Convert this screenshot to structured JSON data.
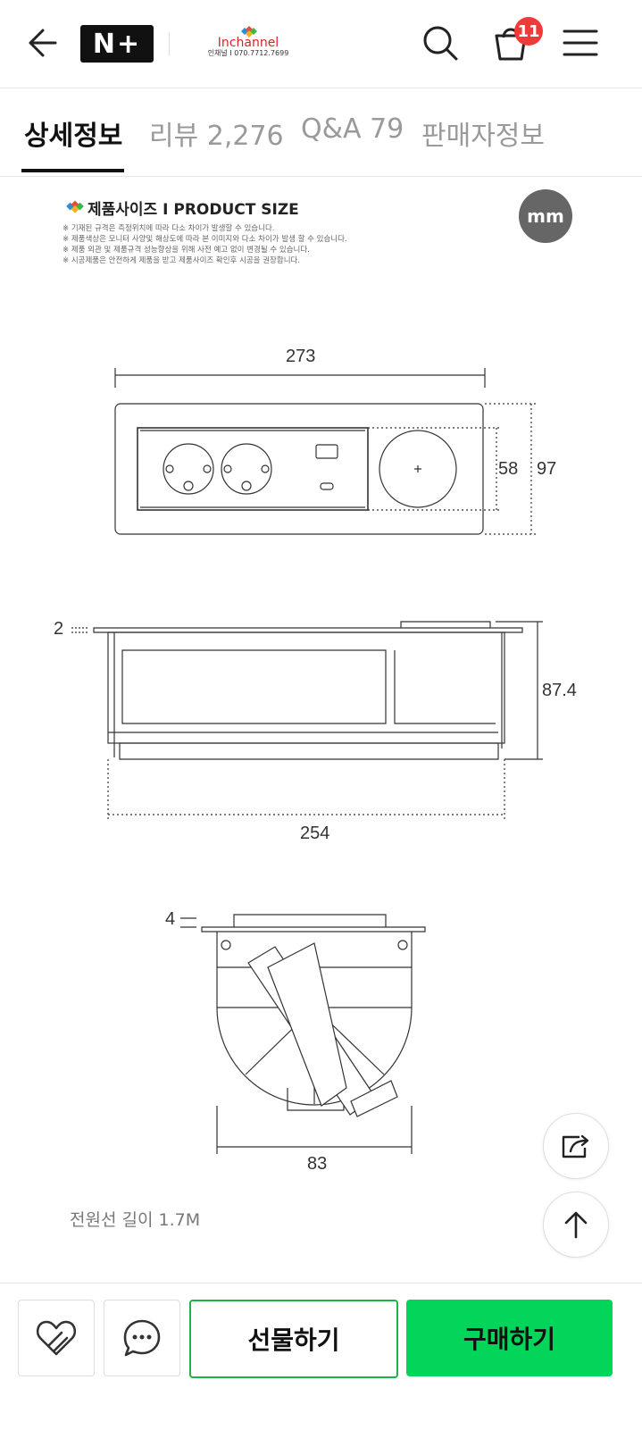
{
  "header": {
    "brand_badge": "N+",
    "brand_name": "Inchannel",
    "brand_tel": "인채널 I 070.7712.7699",
    "cart_count": "11"
  },
  "tabs": [
    {
      "label": "상세정보"
    },
    {
      "label": "리뷰 2,276"
    },
    {
      "label": "Q&A 79"
    },
    {
      "label": "판매자정보"
    }
  ],
  "detail": {
    "section_title": "제품사이즈 I PRODUCT SIZE",
    "unit_badge": "mm",
    "notes": [
      "※ 기재된 규격은 측정위치에 따라 다소 차이가 발생할 수 있습니다.",
      "※ 제품색상은 모니터 사양및 해상도에 따라 본 이미지와 다소 차이가 발생 할 수 있습니다.",
      "※ 제품 외관 및 제품규격 성능향상을 위해 사전 예고 없이 변경될 수 있습니다.",
      "※ 시공제품은 안전하게 제품을 받고 제품사이즈 확인후 시공을 권장합니다."
    ],
    "dimensions": {
      "top_width": "273",
      "inner_height": "58",
      "outer_height": "97",
      "flange_thickness": "2",
      "body_depth": "87.4",
      "body_width": "254",
      "side_flange": "4",
      "side_width": "83"
    },
    "cable_length": "전원선 길이 1.7M"
  },
  "bottom_bar": {
    "gift_label": "선물하기",
    "buy_label": "구매하기"
  },
  "colors": {
    "primary_green": "#03d45a",
    "gift_border": "#19b34a",
    "badge_red": "#f03a3a",
    "brand_red": "#d8232a"
  }
}
